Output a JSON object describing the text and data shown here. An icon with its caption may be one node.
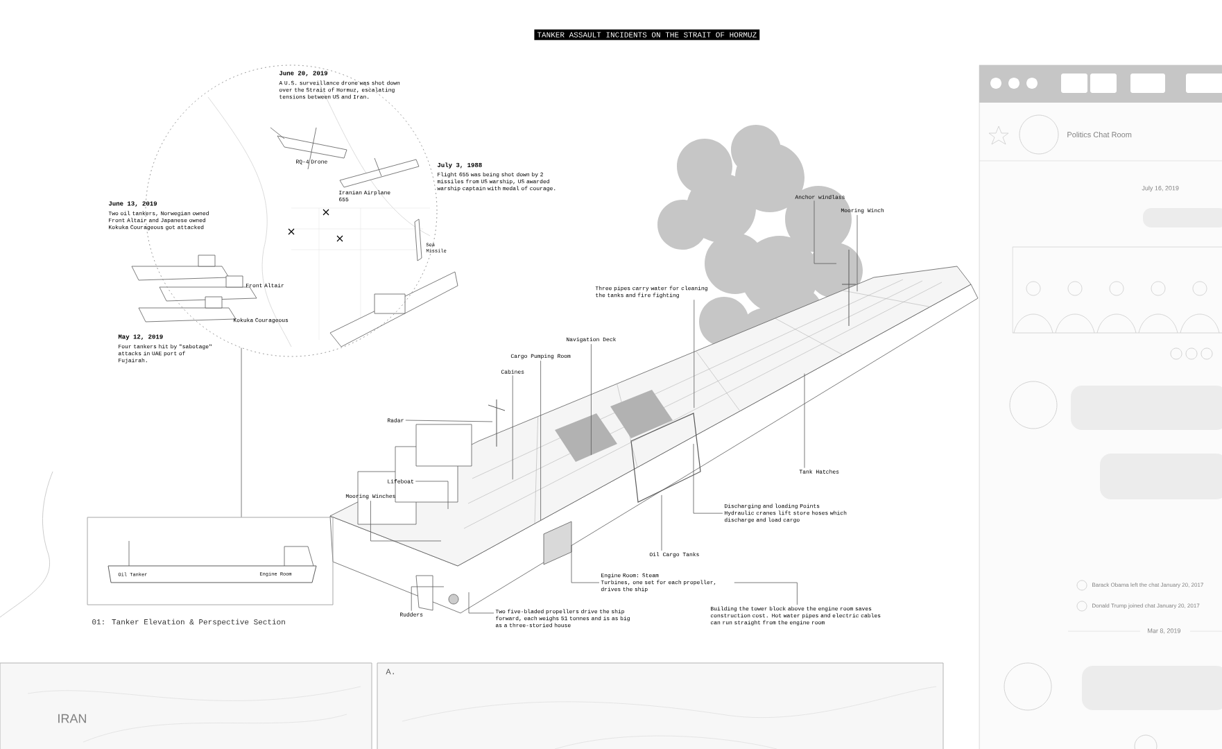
{
  "diagram": {
    "title": "TANKER ASSAULT INCIDENTS ON THE STRAIT OF HORMUZ",
    "nodes": [
      {
        "text": [],
        "shape": "circle"
      },
      {
        "text": [
          "Oil Tanker",
          "Engine Room"
        ],
        "beside": [
          "01: Tanker Elevation & Perspective Section"
        ]
      },
      {
        "text": [
          "Radar"
        ]
      },
      {
        "text": [
          "Lifeboat"
        ]
      },
      {
        "text": [
          "Mooring Winches"
        ]
      },
      {
        "text": [
          "Rudders"
        ]
      },
      {
        "text": [
          "Cabines"
        ]
      },
      {
        "text": [
          "Cargo Pumping Room"
        ]
      },
      {
        "text": [
          "Navigation Deck"
        ]
      },
      {
        "text": [
          "Three pipes carry water for cleaning the tanks and fire fighting"
        ]
      },
      {
        "text": [
          "Anchor windlass"
        ]
      },
      {
        "text": [
          "Mooring Winch"
        ]
      },
      {
        "text": [
          "Tank Hatches"
        ]
      },
      {
        "text": [
          "Discharging and loading Points",
          "Hydraulic cranes lift store hoses which discharge and load cargo"
        ]
      },
      {
        "text": [
          "Oil Cargo Tanks"
        ]
      },
      {
        "text": [
          "Engine Room: Steam",
          "Turbines, one set for each propeller, drives the ship"
        ]
      },
      {
        "text": [
          "Two five-bladed propellers drive the ship forward, each weighs 51 tonnes and is as big as a three-storied house"
        ]
      },
      {
        "text": [
          "Building the tower block above the engine room saves construction cost. Hot water pipes and electric cables can run straight from the engine room"
        ]
      }
    ],
    "edges": [
      {
        "from": 0,
        "to": 1,
        "arrow": "none"
      },
      {
        "from": 2,
        "to": null,
        "arrow": "none"
      },
      {
        "from": 3,
        "to": null,
        "arrow": "none"
      },
      {
        "from": 4,
        "to": null,
        "arrow": "none"
      },
      {
        "from": 5,
        "to": null,
        "arrow": "none"
      },
      {
        "from": 6,
        "to": null,
        "arrow": "none"
      },
      {
        "from": 7,
        "to": null,
        "arrow": "none"
      },
      {
        "from": 8,
        "to": null,
        "arrow": "none"
      },
      {
        "from": 9,
        "to": null,
        "arrow": "none"
      },
      {
        "from": 10,
        "to": null,
        "arrow": "none"
      },
      {
        "from": 11,
        "to": null,
        "arrow": "none"
      },
      {
        "from": 12,
        "to": null,
        "arrow": "none"
      },
      {
        "from": 13,
        "to": null,
        "arrow": "none"
      },
      {
        "from": 14,
        "to": null,
        "arrow": "none"
      },
      {
        "from": 15,
        "to": null,
        "arrow": "none"
      },
      {
        "from": 16,
        "to": null,
        "arrow": "none"
      },
      {
        "from": 17,
        "to": 15,
        "arrow": "none"
      }
    ],
    "labels": [
      "June 20, 2019",
      "A U.S. surveillance drone was shot down over the Strait of Hormuz, escalating tensions between US and Iran.",
      "RQ-4 Drone",
      "July 3, 1988",
      "Flight 655 was being shot down by 2 missiles from US warship, US awarded warship captain with medal of courage.",
      "Iranian Airplane 655",
      "Sea Missile",
      "June 13, 2019",
      "Two oil tankers, Norwegian owned Front Altair and Japanese owned Kokuka Courageous got attacked",
      "Front Altair",
      "Kokuka Courageous",
      "May 12, 2019",
      "Four tankers hit by \"sabotage\" attacks in UAE port of Fujairah.",
      "IRAN",
      "A.",
      "Politics Chat Room",
      "July 16, 2019",
      "Barack Obama left the chat January 20, 2017",
      "Donald Trump joined chat January 20, 2017",
      "Mar 8, 2019"
    ]
  }
}
